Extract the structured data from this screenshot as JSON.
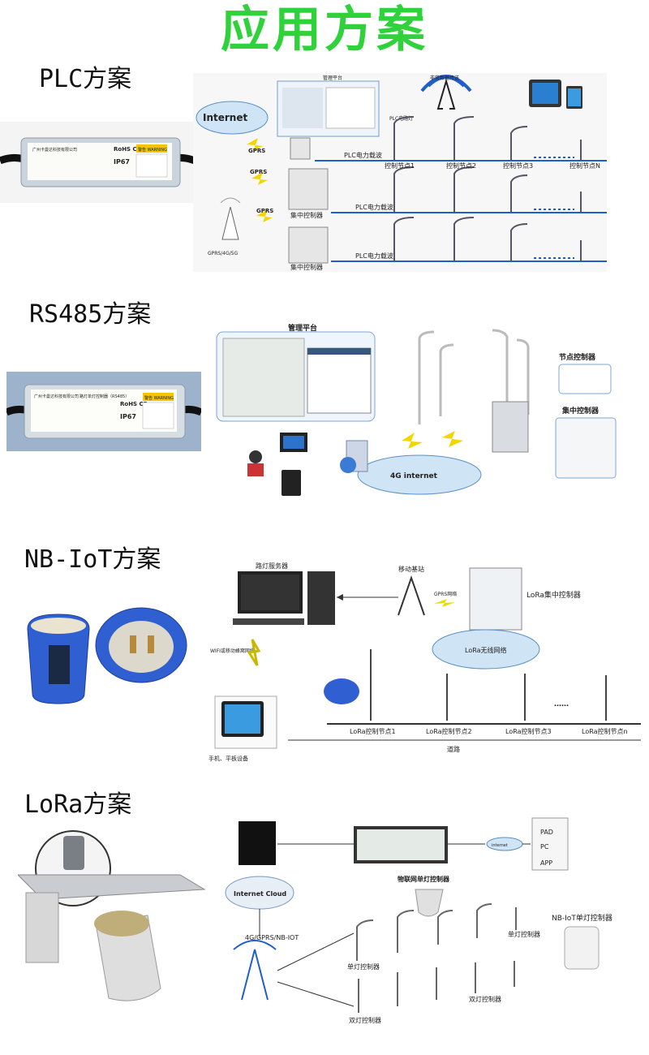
{
  "page": {
    "title": "应用方案"
  },
  "sections": {
    "plc": {
      "title": "PLC方案",
      "device": {
        "brand_line": "广州卡曼达科技有限公司",
        "rohs": "RoHS CE",
        "ip": "IP67",
        "warning": "警告 WARNING"
      },
      "diagram": {
        "internet": "Internet",
        "platform": "管理平台",
        "tower_caption": "非常数据传送",
        "lamp_caption": "PLC电路灯",
        "gprs": "GPRS",
        "gateway_caption": "GPRS/4G/5G",
        "concentrator": "集中控制器",
        "carrier": "PLC电力载波",
        "node_1": "控制节点1",
        "node_2": "控制节点2",
        "node_3": "控制节点3",
        "node_n": "控制节点N"
      }
    },
    "rs485": {
      "title": "RS485方案",
      "device": {
        "brand_line": "广州卡曼达科技有限公司",
        "product_line": "路灯单灯控制器（RS485）",
        "rohs": "RoHS CE",
        "ip": "IP67",
        "warning": "警告 WARNING"
      },
      "diagram": {
        "platform": "管理平台",
        "node_controller": "节点控制器",
        "central_controller": "集中控制器",
        "network": "4G internet"
      }
    },
    "nbiot": {
      "title": "NB-IoT方案",
      "diagram": {
        "server": "路灯服务器",
        "base_station": "移动基站",
        "gprs_link": "GPRS网络",
        "lora_concentrator": "LoRa集中控制器",
        "wifi_link": "WIFI或移动蜂窝网络",
        "lora_cloud": "LoRa无线网络",
        "mobile_devices": "手机、平板设备",
        "road": "道路",
        "node_1": "LoRa控制节点1",
        "node_2": "LoRa控制节点2",
        "node_3": "LoRa控制节点3",
        "node_n": "LoRa控制节点n",
        "dots": "……"
      }
    },
    "lora": {
      "title": "LoRa方案",
      "diagram": {
        "cloud": "Internet Cloud",
        "link": "4G/GPRS/NB-IOT",
        "internet": "internet",
        "pad": "PAD",
        "pc": "PC",
        "app": "APP",
        "iot_controller": "物联网单灯控制器",
        "nbiot_controller": "NB-IoT单灯控制器",
        "single_controller": "单灯控制器",
        "double_controller": "双灯控制器"
      }
    }
  },
  "colors": {
    "title_green": "#2fd23a",
    "accent_blue": "#1f5fc7",
    "lightning": "#f2d600",
    "cloud": "#cfe4f5"
  }
}
